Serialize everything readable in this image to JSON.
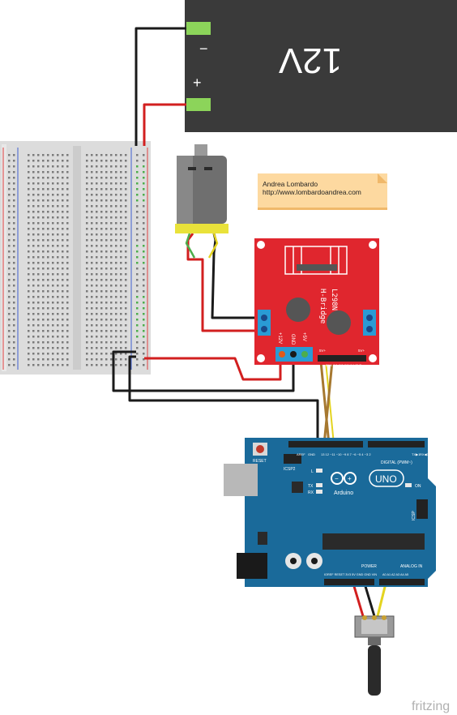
{
  "battery": {
    "label": "12V",
    "minus": "−",
    "plus": "+"
  },
  "note": {
    "author": "Andrea Lombardo",
    "url": "http://www.lombardoandrea.com"
  },
  "hbridge": {
    "model": "L298N",
    "name": "H-Bridge",
    "pin_12v": "+12V",
    "pin_gnd": "GND",
    "pin_5v": "+5V",
    "ena": "5V+",
    "enb": "5V+",
    "ins": "ENA IN1 IN2 IN3 IN4 ENB"
  },
  "arduino": {
    "brand": "Arduino",
    "model": "UNO",
    "reset": "RESET",
    "icsp2": "ICSP2",
    "icsp": "ICSP",
    "on": "ON",
    "tx": "TX",
    "rx": "RX",
    "l": "L",
    "aref": "AREF",
    "gnd": "GND",
    "digital": "DIGITAL (PWM~)",
    "power": "POWER",
    "analog": "ANALOG IN",
    "txo": "TX▶1",
    "rxo": "RX◀0",
    "power_pins": "IOREF RESET 3V3 5V GND GND VIN",
    "analog_pins": "A0 A1 A2 A3 A4 A5",
    "pin_numbers": "13 12 ~11 ~10 ~9 8 7 ~6 ~5 4 ~3 2"
  },
  "watermark": "fritzing",
  "colors": {
    "battery": "#3a3a3a",
    "battery_terminal": "#8cd45a",
    "wire_red": "#d21f1f",
    "wire_black": "#1a1a1a",
    "wire_yellow": "#e4d420",
    "wire_brown": "#a67830",
    "wire_green": "#4cae4c",
    "hbridge": "#e0262e",
    "arduino": "#1a6a9a",
    "note": "#fdd9a0"
  }
}
